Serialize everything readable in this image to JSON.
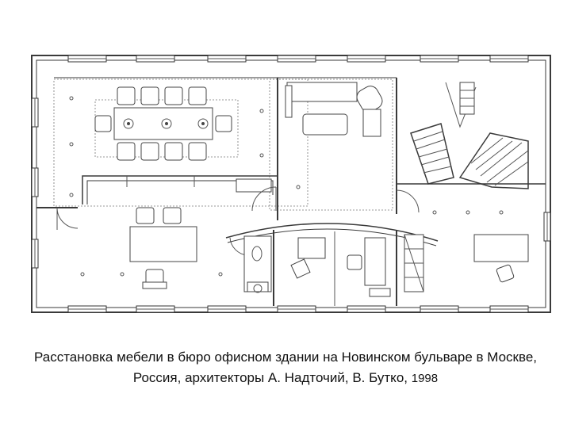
{
  "caption": {
    "line1": "Расстановка мебели в бюро офисном здании на Новинском бульваре в Москве,",
    "line2": "Россия, архитекторы А. Надточий, В. Бутко,",
    "year": "1998"
  },
  "plan": {
    "drawing_style": "black line drawing on white"
  }
}
